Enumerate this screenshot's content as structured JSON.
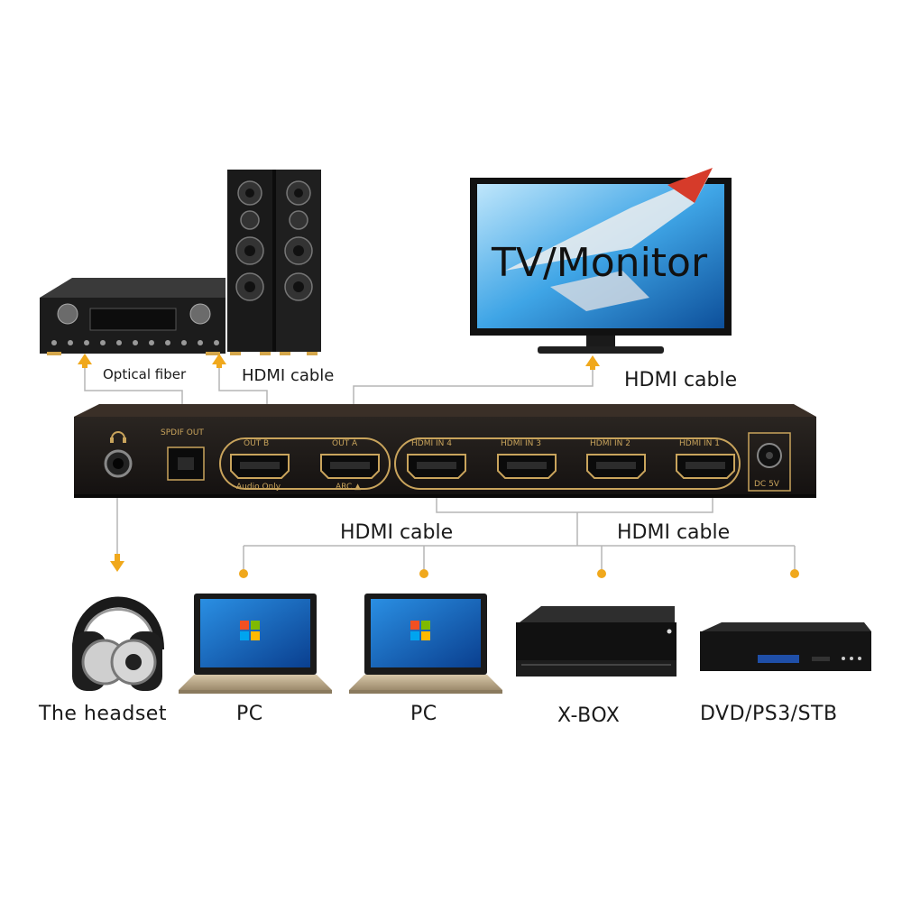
{
  "labels": {
    "tv": "TV/Monitor",
    "optical": "Optical fiber",
    "hdmi_speakers": "HDMI cable",
    "hdmi_tv": "HDMI cable",
    "hdmi_left": "HDMI cable",
    "hdmi_right": "HDMI cable",
    "headset": "The headset",
    "pc1": "PC",
    "pc2": "PC",
    "xbox": "X-BOX",
    "dvd": "DVD/PS3/STB"
  },
  "panel": {
    "spdif": "SPDIF OUT",
    "out_b": "OUT B",
    "out_a": "OUT A",
    "audio_only": "Audio Only",
    "arc": "ARC ▲",
    "in4": "HDMI IN 4",
    "in3": "HDMI IN 3",
    "in2": "HDMI IN 2",
    "in1": "HDMI IN 1",
    "dc": "DC 5V"
  },
  "colors": {
    "accent": "#f0a81c",
    "line": "#b5b5b5",
    "panel": "#1b1714",
    "panel_text": "#c9a45c"
  }
}
